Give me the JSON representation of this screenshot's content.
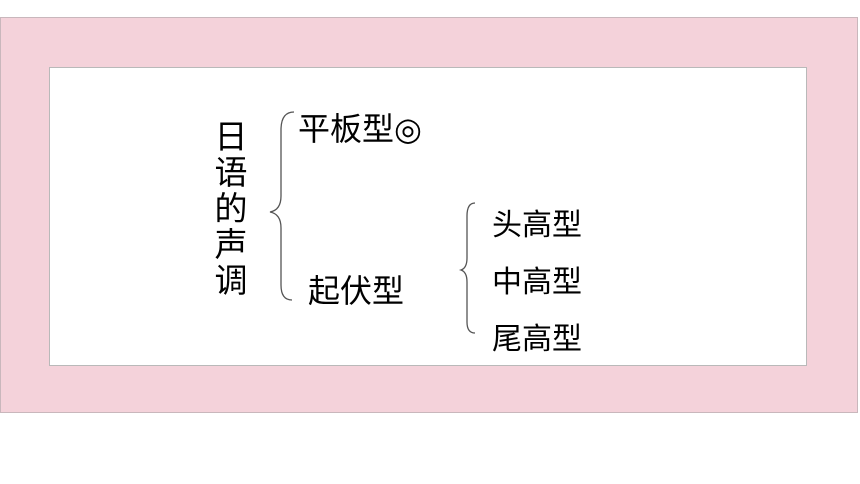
{
  "diagram": {
    "root_label": "日语的声调",
    "level1": [
      {
        "label": "平板型◎"
      },
      {
        "label": "起伏型"
      }
    ],
    "level2": [
      {
        "label": "头高型"
      },
      {
        "label": "中高型"
      },
      {
        "label": "尾高型"
      }
    ]
  },
  "colors": {
    "frame_background": "#f4d2da",
    "panel_background": "#ffffff",
    "text": "#000000"
  }
}
